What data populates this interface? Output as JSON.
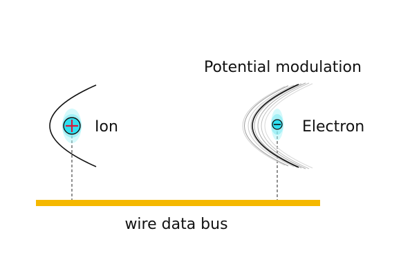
{
  "labels": {
    "ion": "Ion",
    "electron": "Electron",
    "potential_modulation": "Potential modulation",
    "bus": "wire data bus"
  },
  "colors": {
    "bus": "#f5b800",
    "particle": "#2fe0f0",
    "particle_halo": "#9ff2f7",
    "ion_sign": "#d6193a",
    "curve": "#111111",
    "dashed_line": "#555555"
  },
  "icons": {
    "ion": "plus-sign-icon",
    "electron": "minus-sign-icon"
  }
}
